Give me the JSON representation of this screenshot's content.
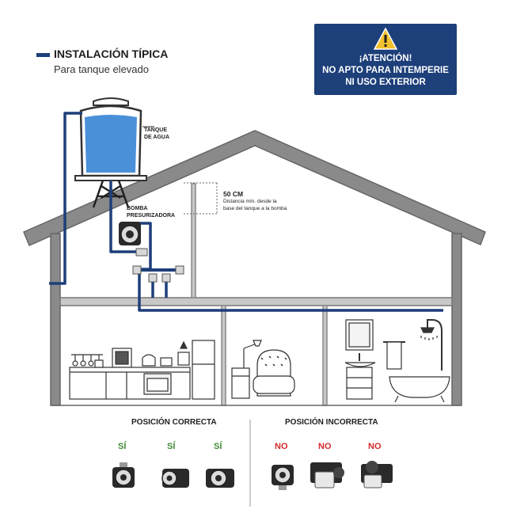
{
  "header": {
    "title": "INSTALACIÓN TÍPICA",
    "subtitle": "Para tanque elevado"
  },
  "warning": {
    "line1": "¡ATENCIÓN!",
    "line2": "NO APTO PARA INTEMPERIE",
    "line3": "NI USO EXTERIOR",
    "icon": "warning-triangle-icon",
    "bg_color": "#1d3f7a"
  },
  "diagram": {
    "tank_label_1": "TANQUE",
    "tank_label_2": "DE AGUA",
    "pump_label_1": "BOMBA",
    "pump_label_2": "PRESURIZADORA",
    "distance_value": "50 CM",
    "distance_desc_1": "Distancia mín. desde la",
    "distance_desc_2": "base del tanque a la bomba",
    "pipe_color": "#1d3f7a",
    "water_color": "#4a90d9"
  },
  "positions": {
    "correct": {
      "title": "POSICIÓN CORRECTA",
      "marks": [
        "SÍ",
        "SÍ",
        "SÍ"
      ]
    },
    "incorrect": {
      "title": "POSICIÓN INCORRECTA",
      "marks": [
        "NO",
        "NO",
        "NO"
      ]
    },
    "yes_color": "#3f8a34",
    "no_color": "#d42a2a"
  }
}
